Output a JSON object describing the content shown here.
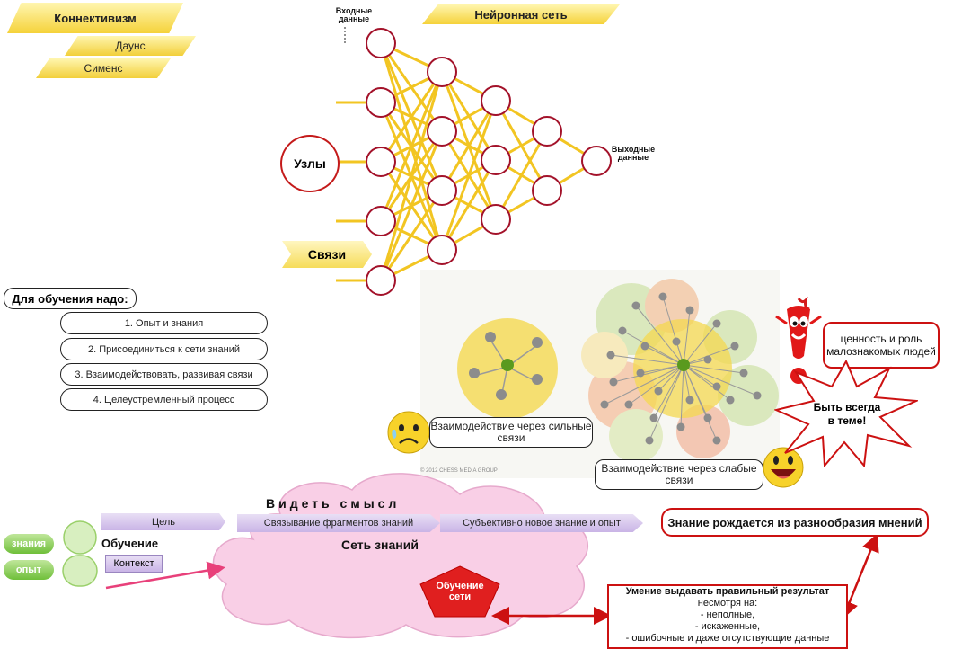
{
  "left_labels": {
    "connectivism": "Коннективизм",
    "downes": "Даунс",
    "siemens": "Сименс"
  },
  "neural": {
    "title": "Нейронная сеть",
    "input_label": "Входные данные",
    "output_label": "Выходные данные",
    "nodes_label": "Узлы",
    "links_label": "Связи"
  },
  "learning": {
    "header": "Для обучения надо:",
    "items": [
      "1. Опыт и знания",
      "2. Присоединиться к сети знаний",
      "3. Взаимодействовать, развивая связи",
      "4. Целеустремленный процесс"
    ]
  },
  "network": {
    "strong_ties": "Взаимодействие через сильные связи",
    "weak_ties": "Взаимодействие через слабые связи",
    "copyright": "© 2012 CHESS MEDIA GROUP",
    "value_note": "ценность и роль малознакомых людей",
    "star_text": "Быть всегда в теме!"
  },
  "cloud": {
    "see_meaning": "Видеть смысл",
    "linking": "Связывание фрагментов знаний",
    "subjective": "Субъективно новое знание и опыт",
    "net_title": "Сеть знаний",
    "pentagon": "Обучение сети"
  },
  "person": {
    "goal": "Цель",
    "learning": "Обучение",
    "context": "Контекст",
    "knowledge": "знания",
    "experience": "опыт"
  },
  "knowledge_note": "Знание рождается из разнообразия мнений",
  "skill_note": {
    "title": "Умение выдавать правильный результат",
    "despite": "несмотря на:",
    "line1": "- неполные,",
    "line2": "- искаженные,",
    "line3": "- ошибочные и даже отсутствующие данные"
  },
  "colors": {
    "yellow": "#f5d23a",
    "red": "#cc1111",
    "pink_cloud": "#f9cfe6",
    "green": "#9ad06a",
    "lavender": "#c9b4e6"
  }
}
